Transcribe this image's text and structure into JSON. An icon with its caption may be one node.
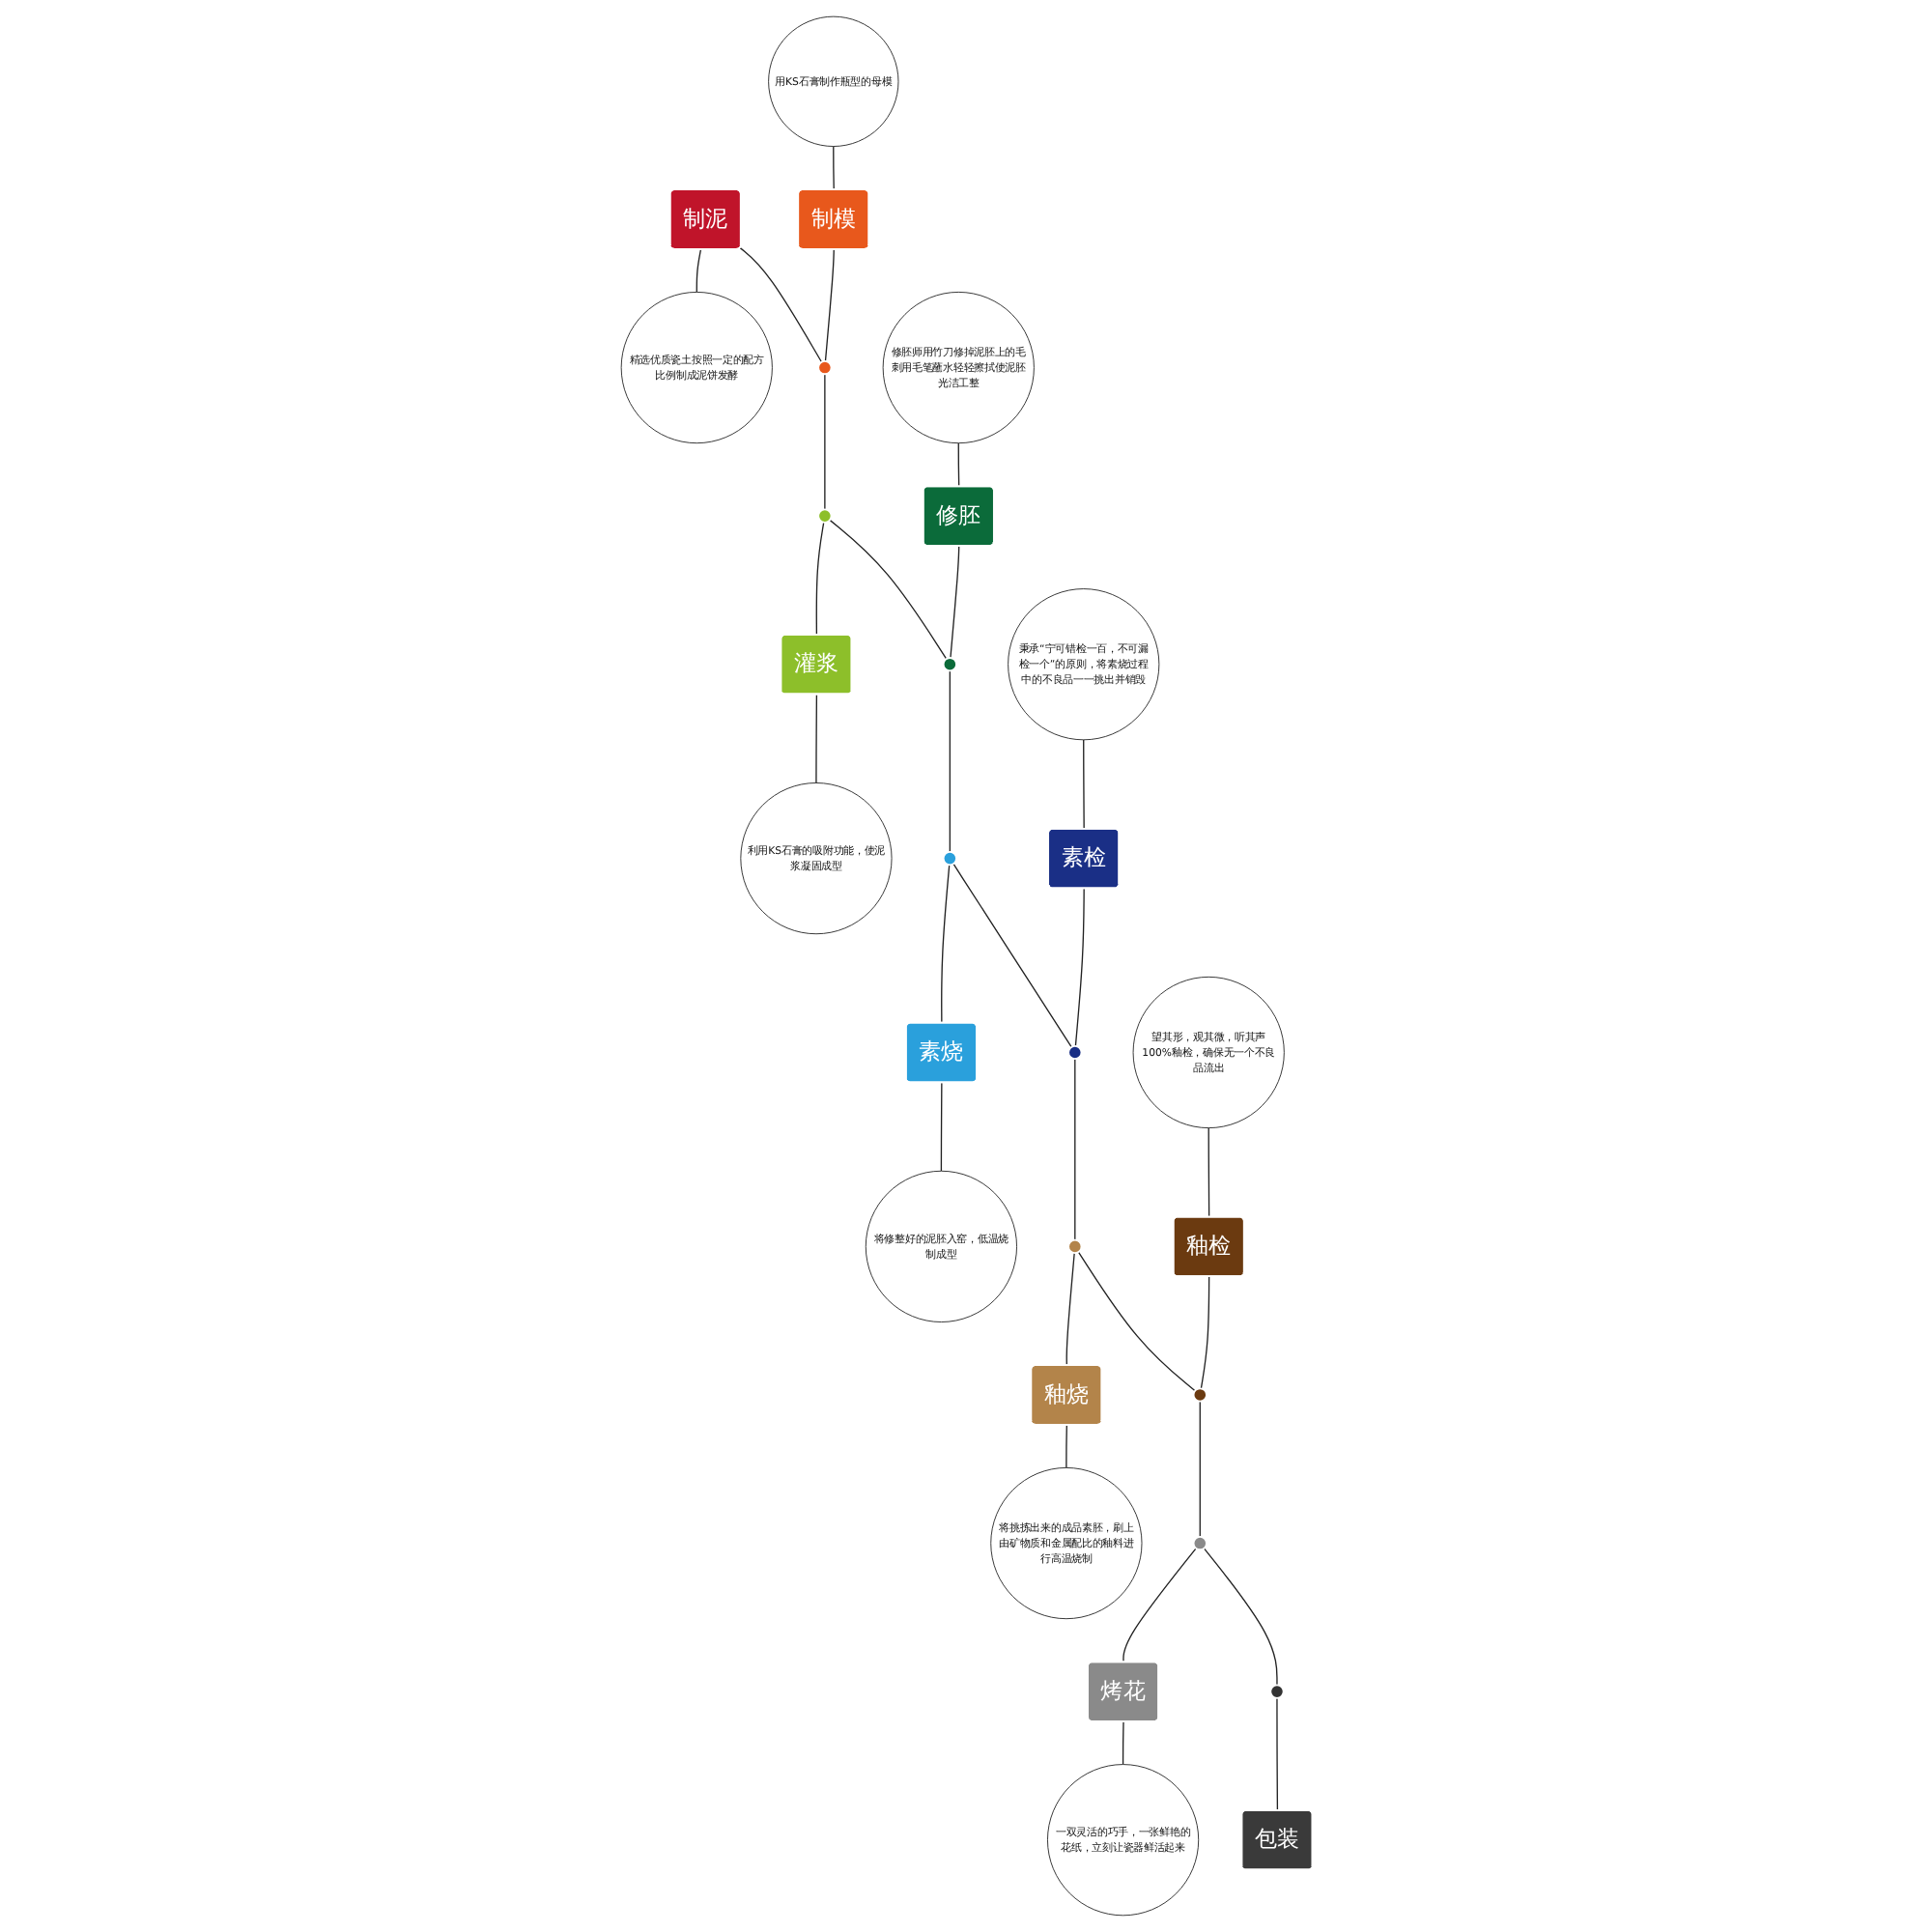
{
  "diagram": {
    "nodes": [
      {
        "text": [
          "制泥"
        ]
      },
      {
        "text": [
          "精选优质瓷土按照一定的配方比例制成泥饼发酵"
        ]
      },
      {
        "text": [
          "用KS石膏制作瓶型的母模"
        ]
      },
      {
        "text": [
          "制模"
        ]
      },
      {
        "text": [],
        "shape": "circle"
      },
      {
        "text": [],
        "shape": "circle"
      },
      {
        "text": [
          "灌浆"
        ]
      },
      {
        "text": [
          "利用KS石膏的吸附功能，使泥浆凝固成型"
        ]
      },
      {
        "text": [
          "修胚师用竹刀修掉泥胚上的毛刺用毛笔蘸水轻轻擦拭使泥胚光洁工整"
        ]
      },
      {
        "text": [
          "修胚"
        ]
      },
      {
        "text": [],
        "shape": "circle"
      },
      {
        "text": [],
        "shape": "circle"
      },
      {
        "text": [
          "素烧"
        ]
      },
      {
        "text": [
          "将修整好的泥胚入窑，低温烧制成型"
        ]
      },
      {
        "text": [
          "秉承“宁可错检一百，不可漏检一个”的原则，将素烧过程中的不良品一一挑出并销毁"
        ]
      },
      {
        "text": [
          "素检"
        ]
      },
      {
        "text": [],
        "shape": "circle"
      },
      {
        "text": [],
        "shape": "circle"
      },
      {
        "text": [
          "釉烧"
        ]
      },
      {
        "text": [
          "将挑拣出来的成品素胚，刷上由矿物质和金属配比的釉料进行高温烧制"
        ]
      },
      {
        "text": [
          "望其形，观其微，听其声100%釉检，确保无一个不良品流出"
        ]
      },
      {
        "text": [
          "釉检"
        ]
      },
      {
        "text": [],
        "shape": "circle"
      },
      {
        "text": [],
        "shape": "circle"
      },
      {
        "text": [
          "烤花"
        ]
      },
      {
        "text": [
          "一双灵活的巧手，一张鲜艳的花纸，立刻让瓷器鲜活起来"
        ]
      },
      {
        "text": [],
        "shape": "circle"
      },
      {
        "text": [
          "包装"
        ]
      }
    ],
    "edges": [
      {
        "from": 0,
        "to": 1,
        "arrow": "none"
      },
      {
        "from": 0,
        "to": 4,
        "arrow": "none"
      },
      {
        "from": 2,
        "to": 3,
        "arrow": "none"
      },
      {
        "from": 3,
        "to": 4,
        "arrow": "none"
      },
      {
        "from": 4,
        "to": 5,
        "arrow": "none"
      },
      {
        "from": 5,
        "to": 6,
        "arrow": "none"
      },
      {
        "from": 6,
        "to": 7,
        "arrow": "none"
      },
      {
        "from": 8,
        "to": 9,
        "arrow": "none"
      },
      {
        "from": 9,
        "to": 10,
        "arrow": "none"
      },
      {
        "from": 5,
        "to": 10,
        "arrow": "none"
      },
      {
        "from": 10,
        "to": 11,
        "arrow": "none"
      },
      {
        "from": 11,
        "to": 12,
        "arrow": "none"
      },
      {
        "from": 12,
        "to": 13,
        "arrow": "none"
      },
      {
        "from": 14,
        "to": 15,
        "arrow": "none"
      },
      {
        "from": 15,
        "to": 16,
        "arrow": "none"
      },
      {
        "from": 11,
        "to": 16,
        "arrow": "none"
      },
      {
        "from": 16,
        "to": 17,
        "arrow": "none"
      },
      {
        "from": 17,
        "to": 18,
        "arrow": "none"
      },
      {
        "from": 18,
        "to": 19,
        "arrow": "none"
      },
      {
        "from": 20,
        "to": 21,
        "arrow": "none"
      },
      {
        "from": 21,
        "to": 22,
        "arrow": "none"
      },
      {
        "from": 17,
        "to": 22,
        "arrow": "none"
      },
      {
        "from": 22,
        "to": 23,
        "arrow": "none"
      },
      {
        "from": 23,
        "to": 24,
        "arrow": "none"
      },
      {
        "from": 24,
        "to": 25,
        "arrow": "none"
      },
      {
        "from": 23,
        "to": 26,
        "arrow": "none"
      },
      {
        "from": 26,
        "to": 27,
        "arrow": "none"
      }
    ]
  }
}
